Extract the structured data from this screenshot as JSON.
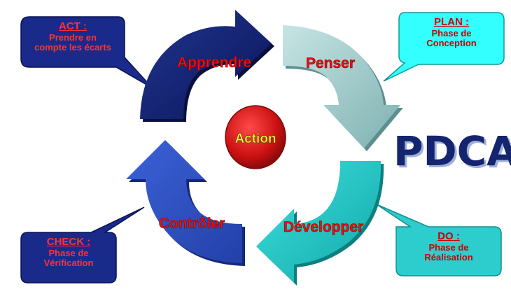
{
  "cycle": {
    "center_label": "Action",
    "arrows": [
      {
        "label": "Apprendre",
        "fill": "#0e1d6e"
      },
      {
        "label": "Penser",
        "fill": "#a3cfcf"
      },
      {
        "label": "Développer",
        "fill": "#1fc6c6"
      },
      {
        "label": "Contrôler",
        "fill": "#2d4fc2"
      }
    ]
  },
  "callouts": {
    "act": {
      "title": "ACT :",
      "line1": "Prendre en",
      "line2": "compte les écarts"
    },
    "plan": {
      "title": "PLAN :",
      "line1": "Phase de",
      "line2": "Conception"
    },
    "check": {
      "title": "CHECK :",
      "line1": "Phase de",
      "line2": "Vérification"
    },
    "do": {
      "title": "DO :",
      "line1": "Phase de",
      "line2": "Réalisation"
    }
  },
  "logo_text": "PDCA",
  "colors": {
    "label_red": "#ee1111",
    "center_circle": "#cc1111",
    "center_text": "#ffff33",
    "callout_navy_bg": "#1a2a8a",
    "callout_cyan_bg": "#33ffff",
    "callout_teal_bg": "#2ecdcd",
    "logo": "#14246e"
  }
}
